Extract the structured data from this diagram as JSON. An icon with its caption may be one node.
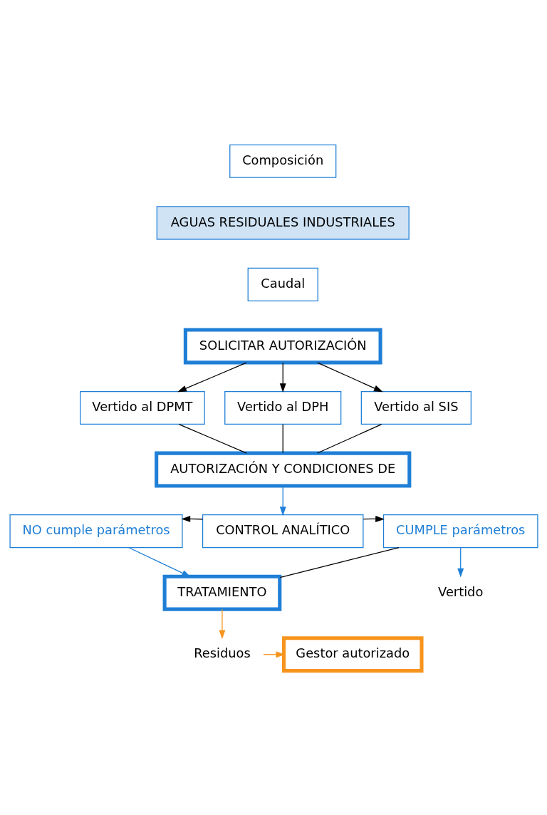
{
  "diagram": {
    "nodes": [
      {
        "text": [
          "Composición"
        ]
      },
      {
        "text": [
          "AGUAS RESIDUALES INDUSTRIALES"
        ]
      },
      {
        "text": [
          "Caudal"
        ]
      },
      {
        "text": [
          "SOLICITAR AUTORIZACIÓN"
        ]
      },
      {
        "text": [
          "Vertido al DPMT"
        ]
      },
      {
        "text": [
          "Vertido al DPH"
        ]
      },
      {
        "text": [
          "Vertido al SIS"
        ]
      },
      {
        "text": [
          "AUTORIZACIÓN Y CONDICIONES DE"
        ]
      },
      {
        "text": [
          "CONTROL ANALÍTICO"
        ]
      },
      {
        "text": [
          "NO cumple parámetros"
        ]
      },
      {
        "text": [
          "CUMPLE parámetros"
        ]
      },
      {
        "text": [
          "TRATAMIENTO"
        ]
      },
      {
        "text": [
          "Vertido"
        ]
      },
      {
        "text": [
          "Residuos"
        ]
      },
      {
        "text": [
          "Gestor autorizado"
        ]
      }
    ],
    "edges": [
      {
        "from": 3,
        "to": 4,
        "arrow": "to"
      },
      {
        "from": 3,
        "to": 5,
        "arrow": "to"
      },
      {
        "from": 3,
        "to": 6,
        "arrow": "to"
      },
      {
        "from": 4,
        "to": 7,
        "arrow": "none"
      },
      {
        "from": 5,
        "to": 7,
        "arrow": "none"
      },
      {
        "from": 6,
        "to": 7,
        "arrow": "none"
      },
      {
        "from": 7,
        "to": 8,
        "arrow": "to",
        "color": "#1f7fd6"
      },
      {
        "from": 8,
        "to": 9,
        "arrow": "to"
      },
      {
        "from": 8,
        "to": 10,
        "arrow": "to"
      },
      {
        "from": 9,
        "to": 11,
        "arrow": "to",
        "color": "#1f7fd6"
      },
      {
        "from": 10,
        "to": 11,
        "arrow": "none"
      },
      {
        "from": 10,
        "to": 12,
        "arrow": "to",
        "color": "#1f7fd6"
      },
      {
        "from": 11,
        "to": 13,
        "arrow": "to",
        "color": "#f7941d"
      },
      {
        "from": 13,
        "to": 14,
        "arrow": "to",
        "color": "#f7941d"
      }
    ]
  }
}
